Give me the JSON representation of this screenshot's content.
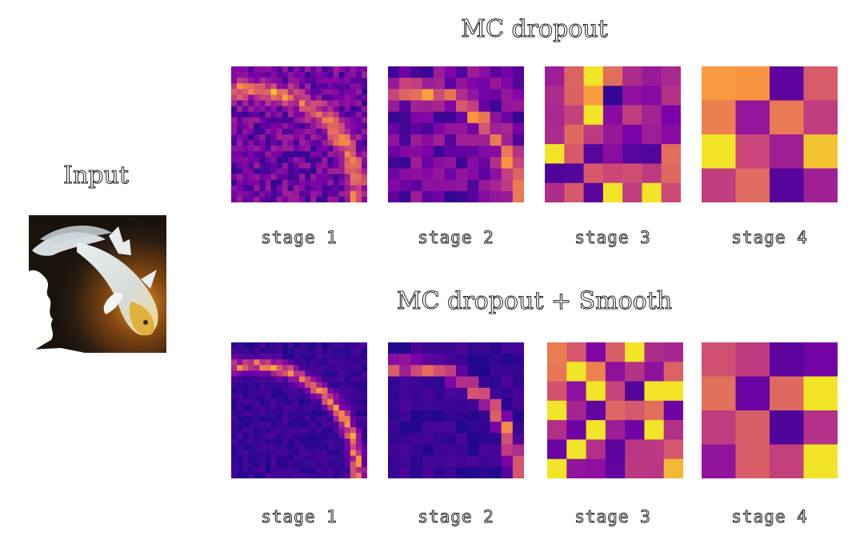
{
  "input": {
    "title": "Input"
  },
  "rows": [
    {
      "title": "MC dropout",
      "panels": [
        {
          "label": "stage 1",
          "grid": 24
        },
        {
          "label": "stage 2",
          "grid": 12
        },
        {
          "label": "stage 3",
          "grid": 7
        },
        {
          "label": "stage 4",
          "grid": 4
        }
      ]
    },
    {
      "title": "MC dropout + Smooth",
      "panels": [
        {
          "label": "stage 1",
          "grid": 24
        },
        {
          "label": "stage 2",
          "grid": 12
        },
        {
          "label": "stage 3",
          "grid": 7
        },
        {
          "label": "stage 4",
          "grid": 4
        }
      ]
    }
  ],
  "colors": {
    "colormap": "plasma"
  }
}
